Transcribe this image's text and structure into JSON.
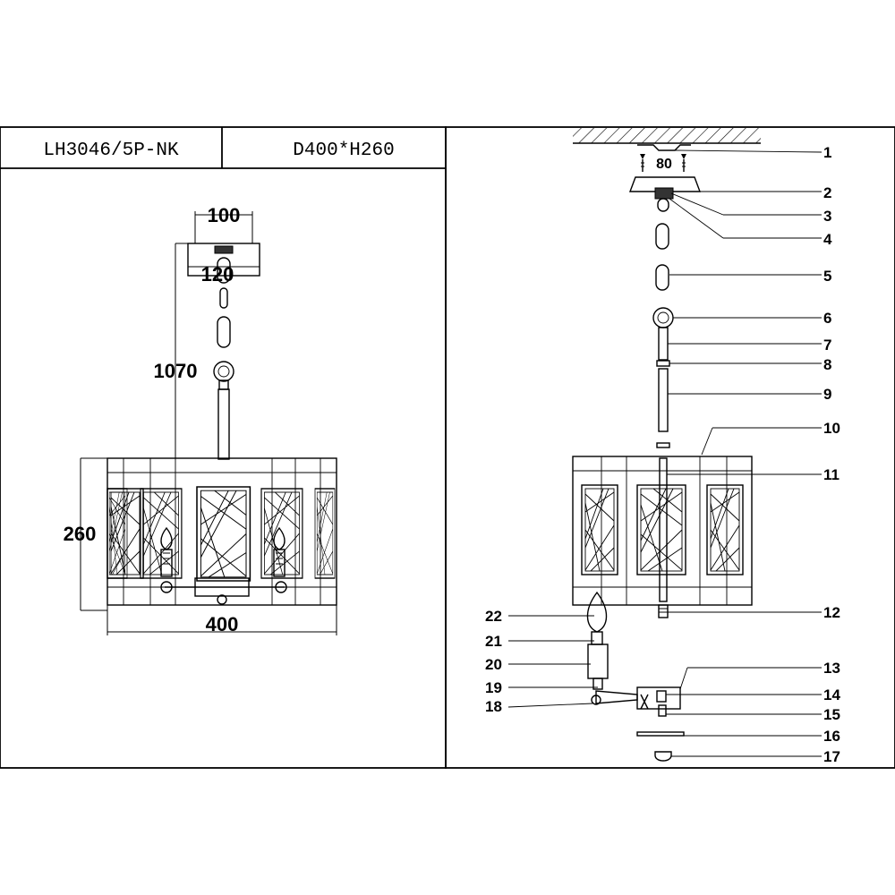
{
  "header": {
    "model": "LH3046/5P-NK",
    "size": "D400*H260"
  },
  "dimensions": {
    "canopy_top": "100",
    "canopy_bottom": "120",
    "drop": "1070",
    "height": "260",
    "width": "400",
    "screw_spacing": "80"
  },
  "parts": [
    "1",
    "2",
    "3",
    "4",
    "5",
    "6",
    "7",
    "8",
    "9",
    "10",
    "11",
    "12",
    "13",
    "14",
    "15",
    "16",
    "17",
    "18",
    "19",
    "20",
    "21",
    "22"
  ]
}
